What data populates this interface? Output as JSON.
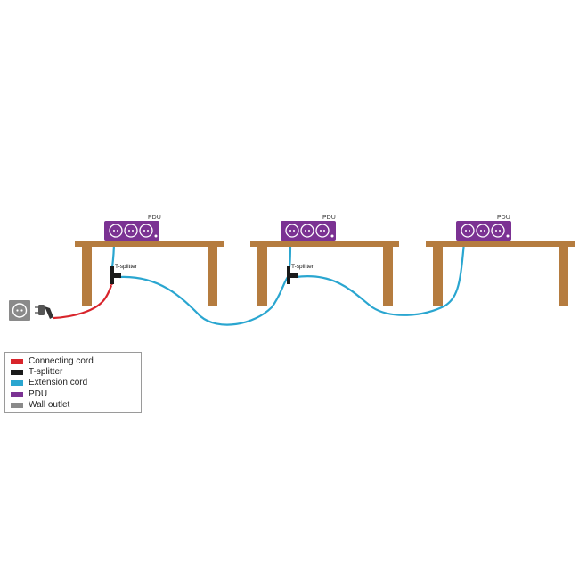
{
  "colors": {
    "connecting_cord": "#d8242b",
    "t_splitter": "#1a1a1a",
    "extension_cord": "#2aa6d0",
    "pdu": "#7b3293",
    "wall_outlet": "#8a8a8a",
    "table": "#b57c3f"
  },
  "tables": [
    {
      "pdu_label": "PDU",
      "has_t_splitter": true,
      "t_splitter_label": "T-splitter"
    },
    {
      "pdu_label": "PDU",
      "has_t_splitter": true,
      "t_splitter_label": "T-splitter"
    },
    {
      "pdu_label": "PDU",
      "has_t_splitter": false
    }
  ],
  "wall_outlet_icon": "wall-outlet-icon",
  "plug_icon": "plug-icon",
  "legend": {
    "items": [
      {
        "label": "Connecting cord",
        "color": "#d8242b"
      },
      {
        "label": "T-splitter",
        "color": "#1a1a1a"
      },
      {
        "label": "Extension cord",
        "color": "#2aa6d0"
      },
      {
        "label": "PDU",
        "color": "#7b3293"
      },
      {
        "label": "Wall outlet",
        "color": "#8a8a8a"
      }
    ]
  }
}
